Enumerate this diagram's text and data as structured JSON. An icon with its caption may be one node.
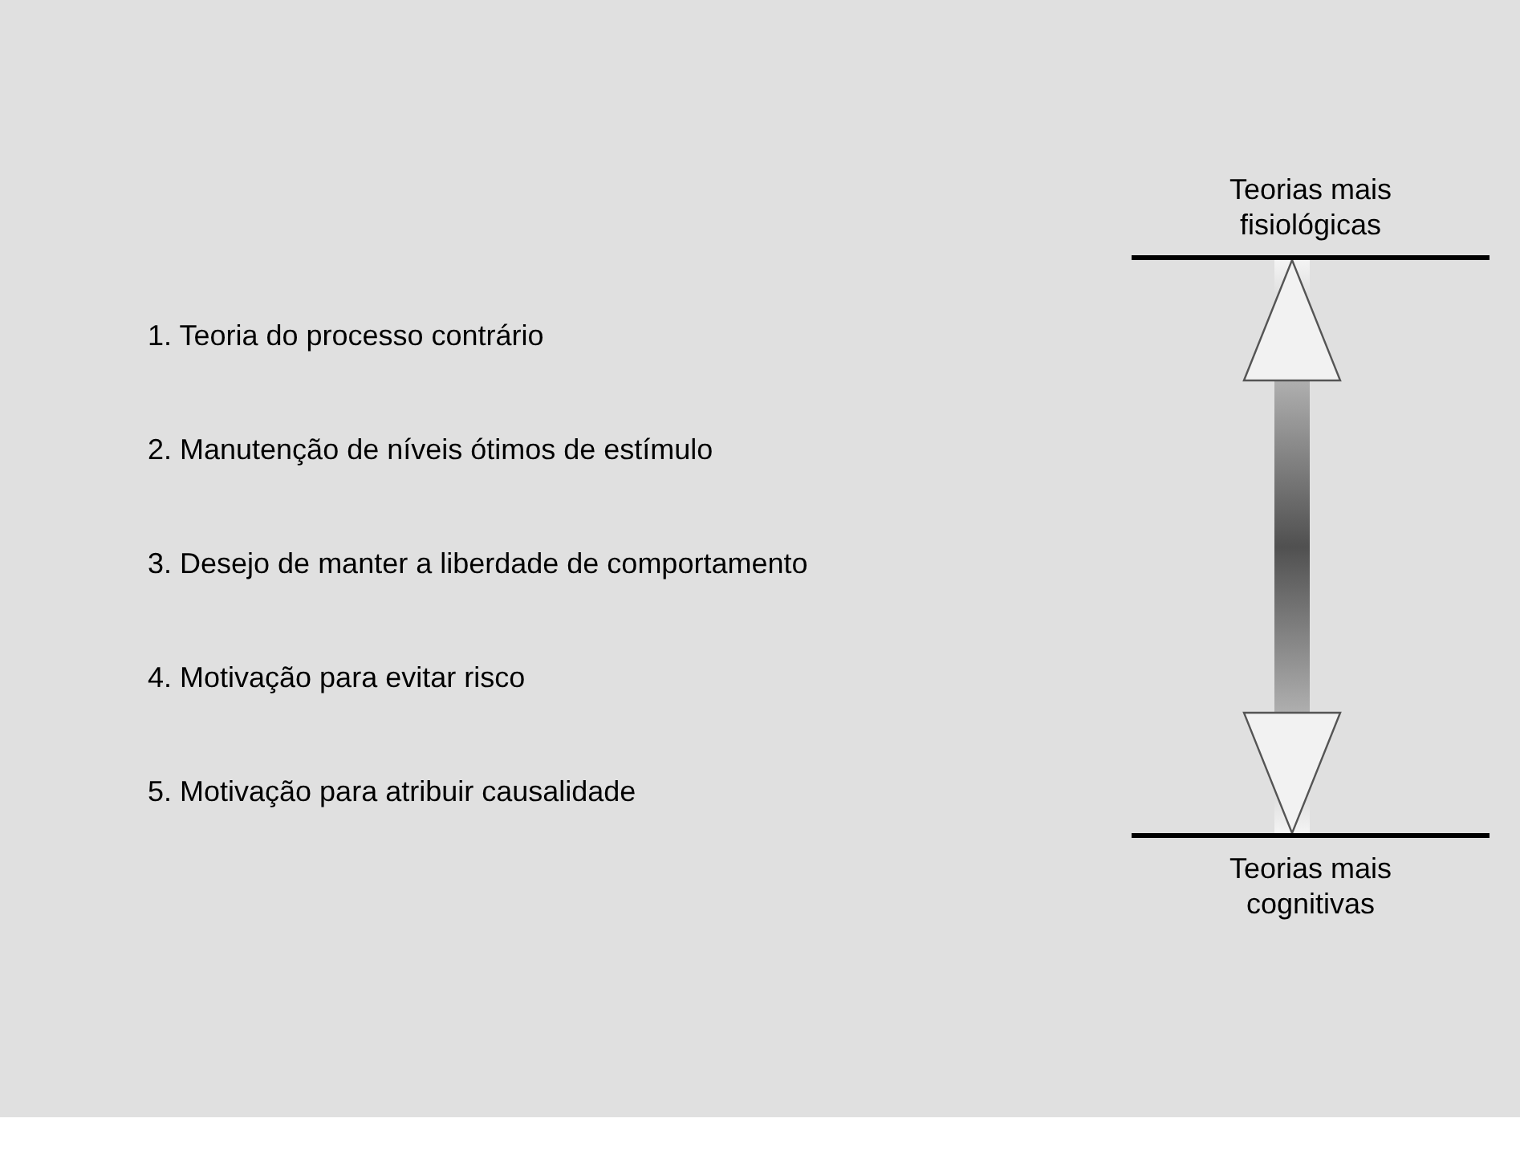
{
  "diagram": {
    "nodes": [
      {
        "text": [
          "Teorias mais fisiológicas"
        ]
      },
      {
        "text": [
          "Teorias mais cognitivas"
        ]
      }
    ],
    "edges": [
      {
        "from": 0,
        "to": 1,
        "arrow": "both"
      }
    ],
    "labels": [
      "1. Teoria do processo contrário",
      "2. Manutenção de níveis ótimos de estímulo",
      "3. Desejo de manter a liberdade de comportamento",
      "4. Motivação para evitar risco",
      "5. Motivação para atribuir causalidade"
    ]
  }
}
